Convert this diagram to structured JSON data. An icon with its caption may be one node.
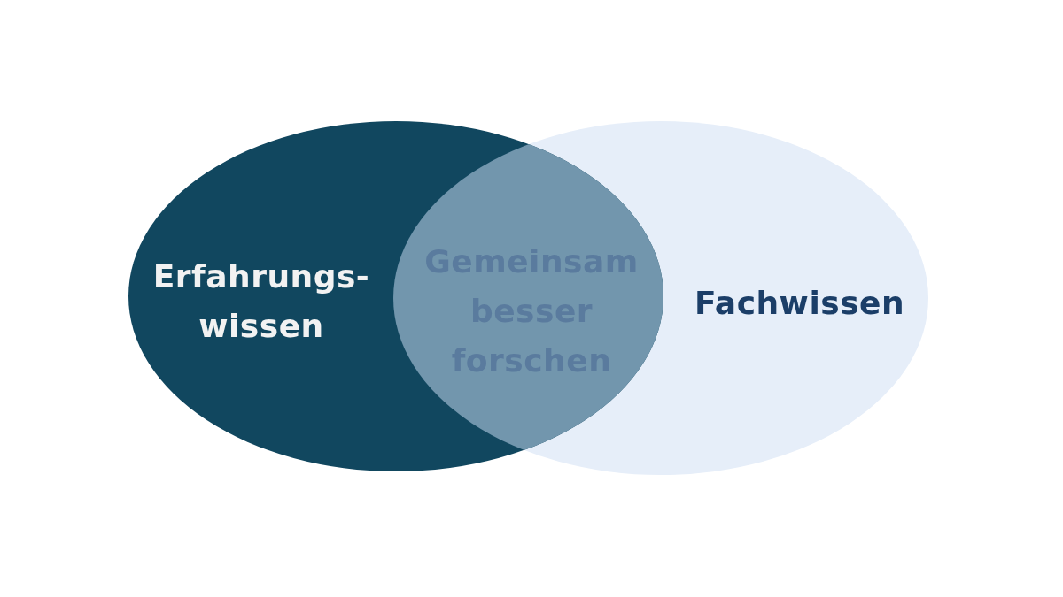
{
  "diagram": {
    "nodes": [
      {
        "text": [
          "Erfahrungs- wissen"
        ]
      },
      {
        "text": [
          "Fachwissen"
        ]
      }
    ],
    "labels": [
      "Gemeinsam besser forschen"
    ]
  }
}
